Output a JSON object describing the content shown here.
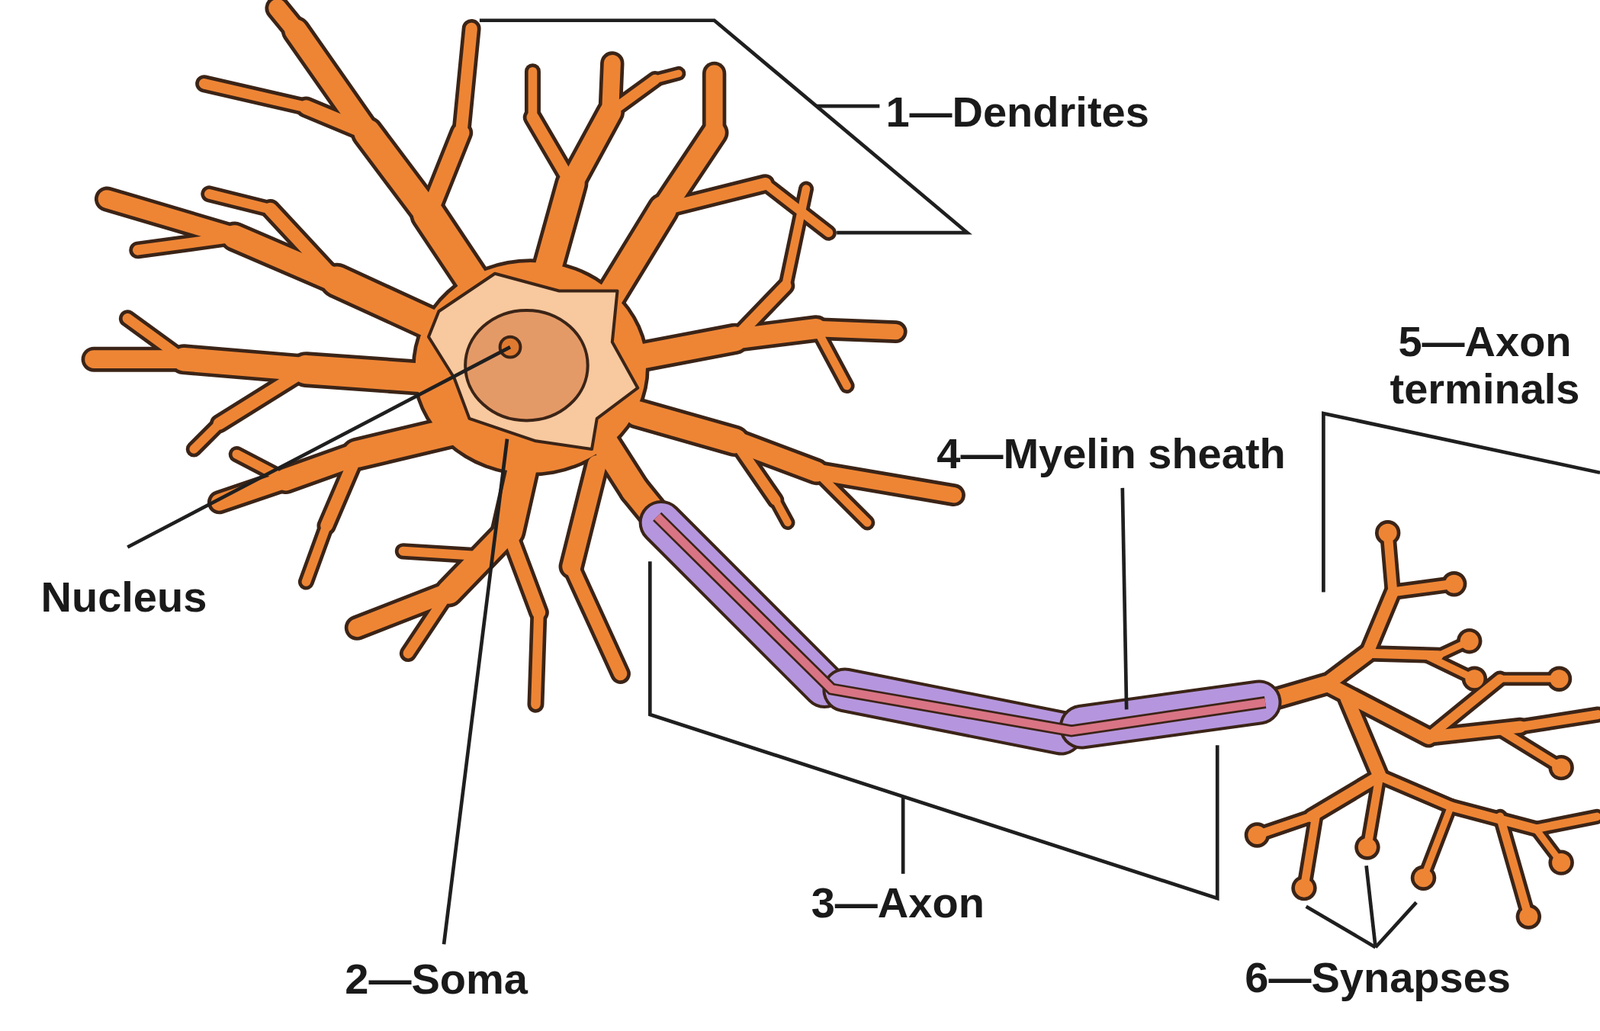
{
  "diagram": {
    "labels": [
      "1—Dendrites",
      "Nucleus",
      "2—Soma",
      "4—Myelin sheath",
      "5—Axon terminals",
      "3—Axon",
      "6—Synapses"
    ]
  }
}
